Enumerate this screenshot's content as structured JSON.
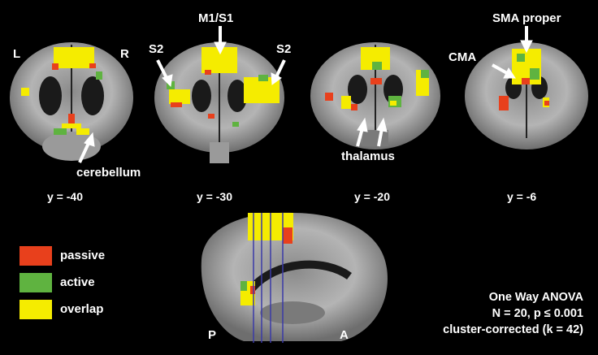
{
  "slices": [
    {
      "coord": "y = -40"
    },
    {
      "coord": "y = -30"
    },
    {
      "coord": "y = -20"
    },
    {
      "coord": "y = -6"
    }
  ],
  "annotations": {
    "left": "L",
    "right": "R",
    "s2_left": "S2",
    "m1s1": "M1/S1",
    "s2_right": "S2",
    "sma": "SMA proper",
    "cma": "CMA",
    "cerebellum": "cerebellum",
    "thalamus": "thalamus",
    "posterior": "P",
    "anterior": "A"
  },
  "legend": {
    "items": [
      {
        "label": "passive",
        "color": "#e8401c"
      },
      {
        "label": "active",
        "color": "#5fb340"
      },
      {
        "label": "overlap",
        "color": "#f5ec00"
      }
    ]
  },
  "stats": {
    "line1": "One Way ANOVA",
    "line2": "N = 20, p ≤ 0.001",
    "line3": "cluster-corrected (k = 42)"
  }
}
